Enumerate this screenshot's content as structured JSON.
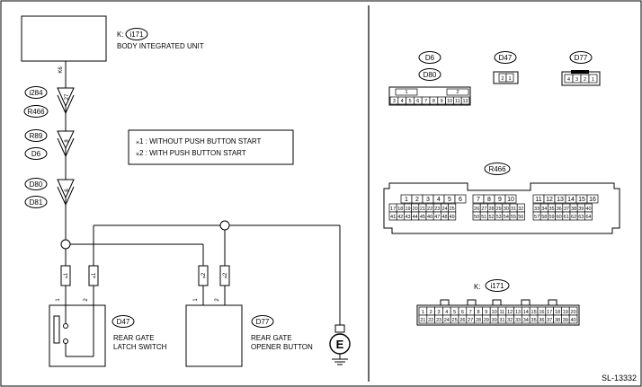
{
  "left_panel": {
    "body_unit": {
      "prefix": "K:",
      "connector": "i171",
      "name": "BODY INTEGRATED UNIT"
    },
    "wire_k6": "K6",
    "junctions": [
      {
        "connectors": [
          "i284",
          "R466"
        ],
        "pin": "27"
      },
      {
        "connectors": [
          "R89",
          "D6"
        ],
        "pin": "8"
      },
      {
        "connectors": [
          "D80",
          "D81"
        ],
        "pin": "6"
      }
    ],
    "legend": [
      "⁎1 : WITHOUT PUSH BUTTON START",
      "⁎2 : WITH PUSH BUTTON START"
    ],
    "branch_marks": [
      "⁎1",
      "⁎1",
      "⁎2",
      "⁎2"
    ],
    "latch_switch": {
      "connector": "D47",
      "name_line1": "REAR GATE",
      "name_line2": "LATCH SWITCH",
      "pins": [
        "1",
        "2"
      ]
    },
    "opener_button": {
      "connector": "D77",
      "name_line1": "REAR GATE",
      "name_line2": "OPENER BUTTON",
      "pins": [
        "1",
        "2"
      ]
    },
    "ground": "E"
  },
  "right_panel": {
    "conn_d6_d80": {
      "labels": [
        "D6",
        "D80"
      ],
      "top_pins": [
        "1",
        "2"
      ],
      "bottom_pins": [
        "3",
        "4",
        "5",
        "6",
        "7",
        "8",
        "9",
        "10",
        "11",
        "12"
      ]
    },
    "conn_d47": {
      "label": "D47",
      "pins": [
        "2",
        "1"
      ]
    },
    "conn_d77": {
      "label": "D77",
      "pins": [
        "4",
        "3",
        "2",
        "1"
      ]
    },
    "conn_r466": {
      "label": "R466",
      "row1": [
        "1",
        "2",
        "3",
        "4",
        "5",
        "6",
        "7",
        "8",
        "9",
        "10",
        "11",
        "12",
        "13",
        "14",
        "15",
        "16"
      ],
      "row2": [
        "17",
        "18",
        "19",
        "20",
        "21",
        "22",
        "23",
        "24",
        "25",
        "26",
        "27",
        "28",
        "29",
        "30",
        "31",
        "32",
        "33",
        "34",
        "35",
        "36",
        "37",
        "38",
        "39",
        "40"
      ],
      "row3": [
        "41",
        "42",
        "43",
        "44",
        "45",
        "46",
        "47",
        "48",
        "49",
        "50",
        "51",
        "52",
        "53",
        "54",
        "55",
        "56",
        "57",
        "58",
        "59",
        "60",
        "61",
        "62",
        "63",
        "64"
      ]
    },
    "conn_i171": {
      "prefix": "K:",
      "label": "i171",
      "row1": [
        "1",
        "2",
        "3",
        "4",
        "5",
        "6",
        "7",
        "8",
        "9",
        "10",
        "11",
        "12",
        "13",
        "14",
        "15",
        "16",
        "17",
        "18",
        "19",
        "20"
      ],
      "row2": [
        "21",
        "22",
        "23",
        "24",
        "25",
        "26",
        "27",
        "28",
        "29",
        "30",
        "31",
        "32",
        "33",
        "34",
        "35",
        "36",
        "37",
        "38",
        "39",
        "40"
      ]
    }
  },
  "footer": {
    "code": "SL-13332"
  }
}
